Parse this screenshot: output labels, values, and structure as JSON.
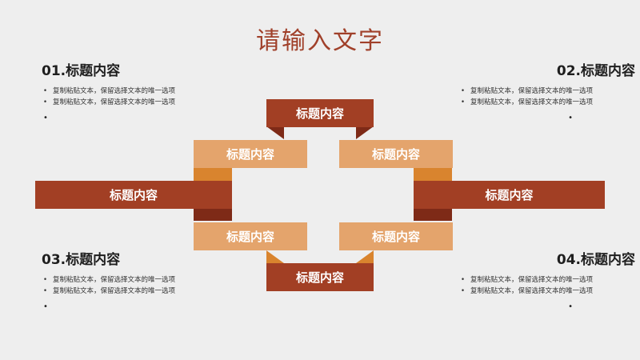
{
  "title": "请输入文字",
  "sections": [
    {
      "heading": "01.标题内容",
      "lines": [
        "复制粘贴文本，保留选择文本的唯一选项",
        "复制粘贴文本，保留选择文本的唯一选项"
      ]
    },
    {
      "heading": "02.标题内容",
      "lines": [
        "复制粘贴文本，保留选择文本的唯一选项",
        "复制粘贴文本，保留选择文本的唯一选项"
      ]
    },
    {
      "heading": "03.标题内容",
      "lines": [
        "复制粘贴文本，保留选择文本的唯一选项",
        "复制粘贴文本，保留选择文本的唯一选项"
      ]
    },
    {
      "heading": "04.标题内容",
      "lines": [
        "复制粘贴文本，保留选择文本的唯一选项",
        "复制粘贴文本，保留选择文本的唯一选项"
      ]
    }
  ],
  "bullet_dot": "•",
  "diagram": {
    "top": "标题内容",
    "upper_left": "标题内容",
    "upper_right": "标题内容",
    "left": "标题内容",
    "right": "标题内容",
    "lower_left": "标题内容",
    "lower_right": "标题内容",
    "bottom": "标题内容"
  },
  "colors": {
    "dark": "#a23f24",
    "light": "#e4a46c",
    "fold": "#d9842e",
    "title": "#a0402a"
  }
}
